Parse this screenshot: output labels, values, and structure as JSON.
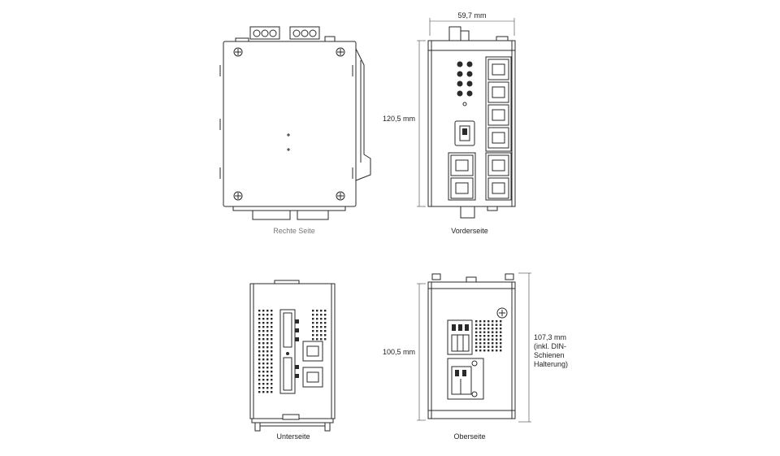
{
  "labels": {
    "right_side": "Rechte Seite",
    "front": "Vorderseite",
    "bottom": "Unterseite",
    "top": "Oberseite"
  },
  "dimensions": {
    "width_front": "59,7 mm",
    "height_front": "120,5 mm",
    "depth_top": "100,5 mm",
    "depth_din_line1": "107,3 mm",
    "depth_din_line2": "(inkl. DIN-",
    "depth_din_line3": "Schienen",
    "depth_din_line4": "Halterung)"
  },
  "colors": {
    "line": "#2a2a2a",
    "caption_grey": "#777777"
  }
}
